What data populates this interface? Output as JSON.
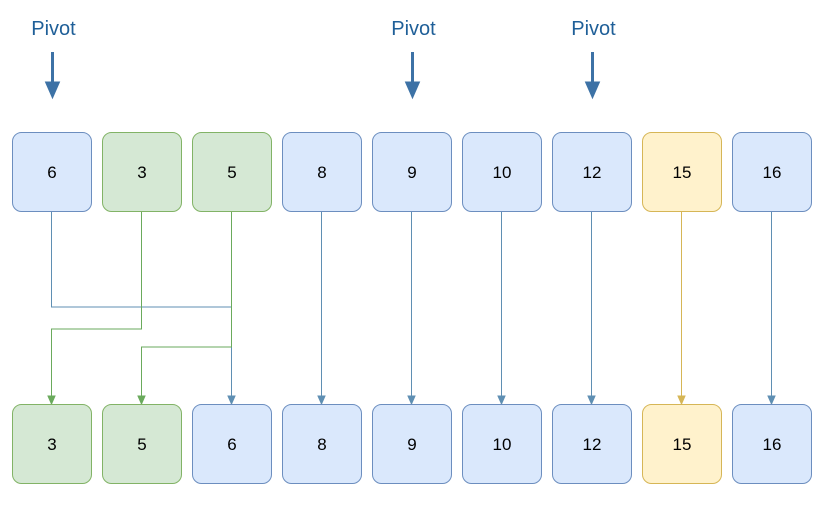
{
  "colors": {
    "blue_fill": "#dae8fc",
    "blue_stroke": "#6c8ebf",
    "green_fill": "#d5e8d4",
    "green_stroke": "#82b366",
    "yellow_fill": "#fff2cc",
    "yellow_stroke": "#d6b656",
    "pivot_text": "#1f5f98",
    "pivot_arrow": "#3d72a6",
    "line_blue": "#5f8fb3",
    "line_green": "#6aaa5c",
    "line_yellow": "#d6b656",
    "box_text": "#000000"
  },
  "pivots": [
    {
      "label": "Pivot",
      "column": 0
    },
    {
      "label": "Pivot",
      "column": 4
    },
    {
      "label": "Pivot",
      "column": 6
    }
  ],
  "top_row": [
    {
      "value": "6",
      "color": "blue"
    },
    {
      "value": "3",
      "color": "green"
    },
    {
      "value": "5",
      "color": "green"
    },
    {
      "value": "8",
      "color": "blue"
    },
    {
      "value": "9",
      "color": "blue"
    },
    {
      "value": "10",
      "color": "blue"
    },
    {
      "value": "12",
      "color": "blue"
    },
    {
      "value": "15",
      "color": "yellow"
    },
    {
      "value": "16",
      "color": "blue"
    }
  ],
  "bottom_row": [
    {
      "value": "3",
      "color": "green"
    },
    {
      "value": "5",
      "color": "green"
    },
    {
      "value": "6",
      "color": "blue"
    },
    {
      "value": "8",
      "color": "blue"
    },
    {
      "value": "9",
      "color": "blue"
    },
    {
      "value": "10",
      "color": "blue"
    },
    {
      "value": "12",
      "color": "blue"
    },
    {
      "value": "15",
      "color": "yellow"
    },
    {
      "value": "16",
      "color": "blue"
    }
  ],
  "connections": [
    {
      "from": 0,
      "to": 2,
      "color": "blue"
    },
    {
      "from": 1,
      "to": 0,
      "color": "green"
    },
    {
      "from": 2,
      "to": 1,
      "color": "green"
    },
    {
      "from": 3,
      "to": 3,
      "color": "blue"
    },
    {
      "from": 4,
      "to": 4,
      "color": "blue"
    },
    {
      "from": 5,
      "to": 5,
      "color": "blue"
    },
    {
      "from": 6,
      "to": 6,
      "color": "blue"
    },
    {
      "from": 7,
      "to": 7,
      "color": "yellow"
    },
    {
      "from": 8,
      "to": 8,
      "color": "blue"
    }
  ]
}
